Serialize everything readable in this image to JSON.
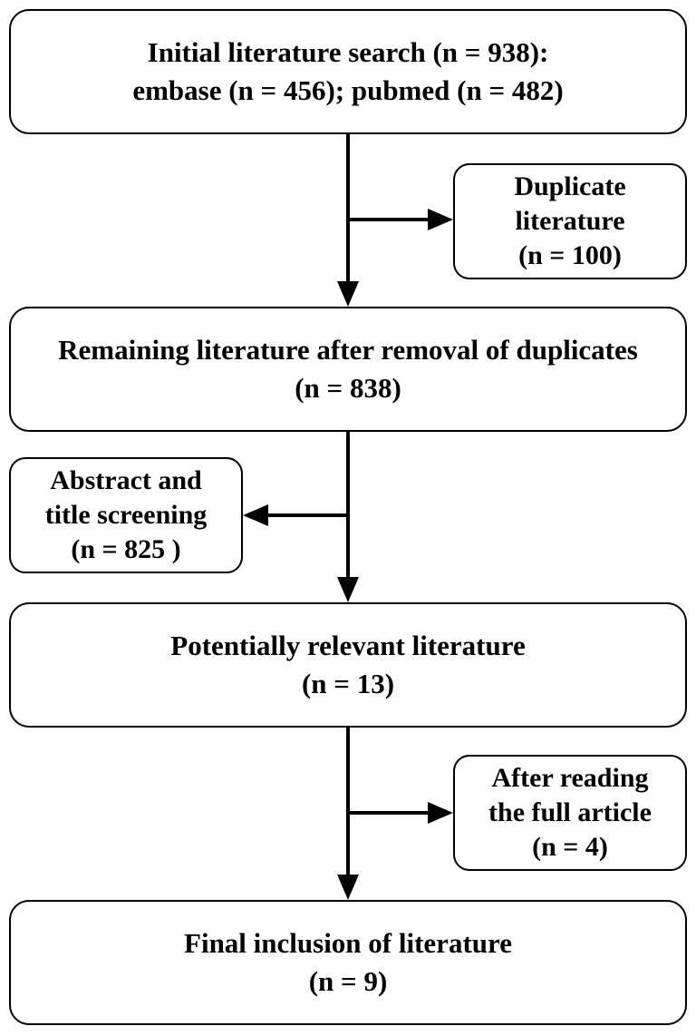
{
  "boxes": {
    "initial": {
      "line1": "Initial literature search (n = 938):",
      "line2": "embase (n = 456); pubmed (n = 482)"
    },
    "duplicate": {
      "line1": "Duplicate",
      "line2": "literature",
      "line3": "(n = 100)"
    },
    "remaining": {
      "line1": "Remaining literature after removal of duplicates",
      "line2": "(n = 838)"
    },
    "abstract": {
      "line1": "Abstract and",
      "line2": "title screening",
      "line3": "(n = 825 )"
    },
    "potential": {
      "line1": "Potentially relevant literature",
      "line2": "(n = 13)"
    },
    "fullread": {
      "line1": "After reading",
      "line2": "the full article",
      "line3": "(n = 4)"
    },
    "final": {
      "line1": "Final inclusion of literature",
      "line2": "(n = 9)"
    }
  },
  "colors": {
    "stroke": "#000000",
    "background": "#ffffff"
  }
}
